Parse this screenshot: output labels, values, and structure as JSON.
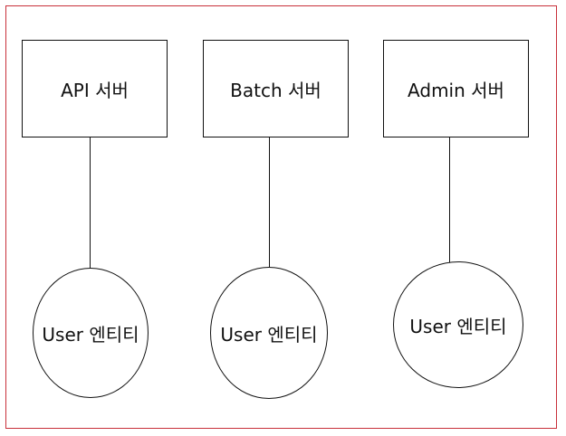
{
  "servers": [
    {
      "label": "API 서버"
    },
    {
      "label": "Batch 서버"
    },
    {
      "label": "Admin 서버"
    }
  ],
  "entities": [
    {
      "label": "User 엔티티"
    },
    {
      "label": "User 엔티티"
    },
    {
      "label": "User 엔티티"
    }
  ],
  "colors": {
    "frame_border": "#c8303a",
    "stroke": "#111111",
    "background": "#ffffff"
  }
}
